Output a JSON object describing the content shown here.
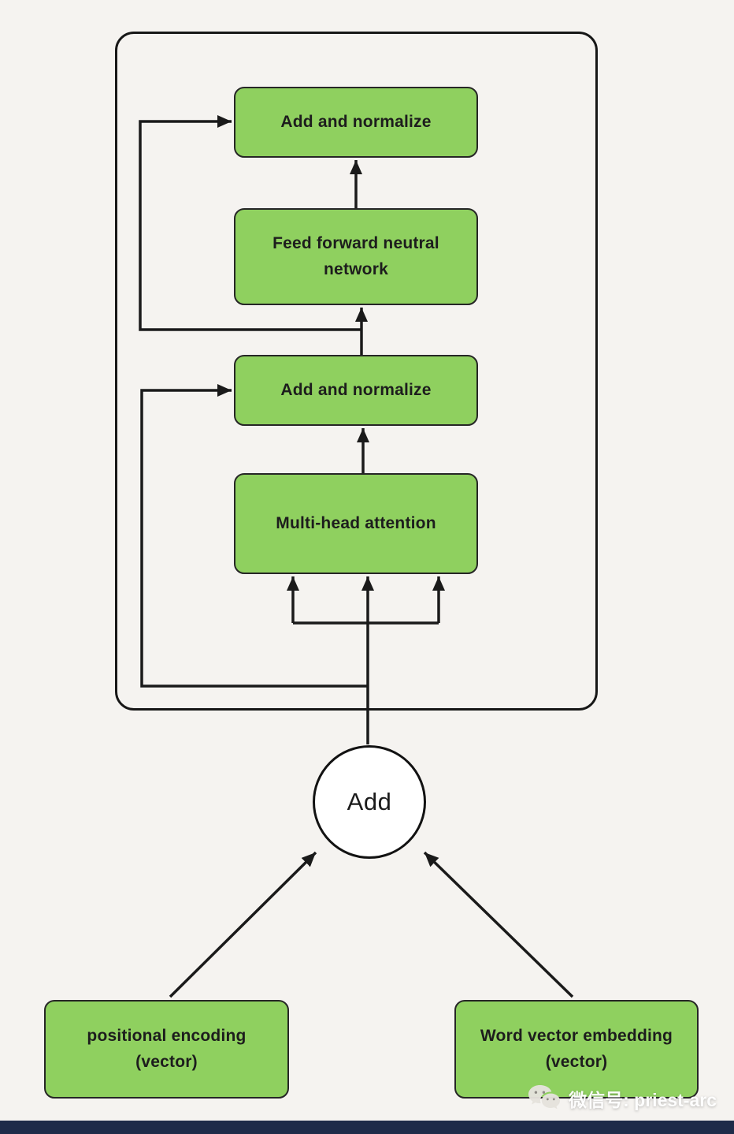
{
  "page": {
    "background_color": "#f5f3f0",
    "node_fill_color": "#8fd05f",
    "line_color": "#1a1a1a",
    "bottom_bar_color": "#1e2b49"
  },
  "encoder_block": {
    "add_norm_top": "Add and normalize",
    "ffn_line1": "Feed forward neutral",
    "ffn_line2": "network",
    "add_norm_mid": "Add and normalize",
    "mha": "Multi-head attention"
  },
  "add_node": {
    "label": "Add"
  },
  "inputs": {
    "positional_line1": "positional encoding",
    "positional_line2": "(vector)",
    "word_line1": "Word vector embedding",
    "word_line2": "(vector)"
  },
  "watermark": {
    "icon": "wechat-icon",
    "label": "微信号: priest-arc"
  }
}
